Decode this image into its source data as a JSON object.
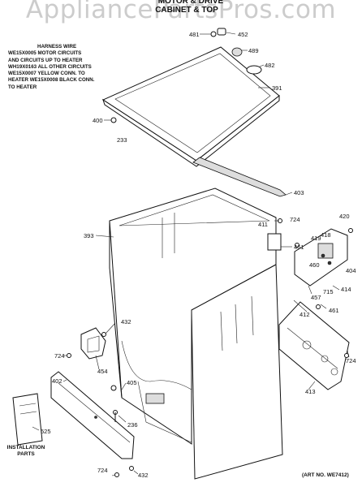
{
  "watermark": "AppliancePartsPros.com",
  "header": {
    "line1": "MOTOR & DRIVE",
    "line2": "CABINET & TOP"
  },
  "legend": {
    "title": "HARNESS WIRE",
    "lines": [
      "WE15X0005 MOTOR CIRCUITS",
      "AND CIRCUITS UP TO HEATER",
      "WH19X0163 ALL OTHER CIRCUITS",
      "WE15X0007 YELLOW CONN. TO",
      "HEATER WE15X0008 BLACK CONN.",
      "TO HEATER"
    ]
  },
  "parts": {
    "p481": "481",
    "p452": "452",
    "p489": "489",
    "p482": "482",
    "p391": "391",
    "p400": "400",
    "p233": "233",
    "p403": "403",
    "p393": "393",
    "p724a": "724",
    "p411": "411",
    "p420": "420",
    "p461a": "461",
    "p419": "419",
    "p418": "418",
    "p460": "460",
    "p404": "404",
    "p457": "457",
    "p715": "715",
    "p414": "414",
    "p461b": "461",
    "p412": "412",
    "p432a": "432",
    "p724b": "724",
    "p454": "454",
    "p405": "405",
    "p402": "402",
    "p413": "413",
    "p724c": "724",
    "p236": "236",
    "p525": "525",
    "p724d": "724",
    "p432b": "432"
  },
  "installation_note": [
    "INSTALLATION",
    "PARTS"
  ],
  "art_number": "(ART NO. WE7412)"
}
